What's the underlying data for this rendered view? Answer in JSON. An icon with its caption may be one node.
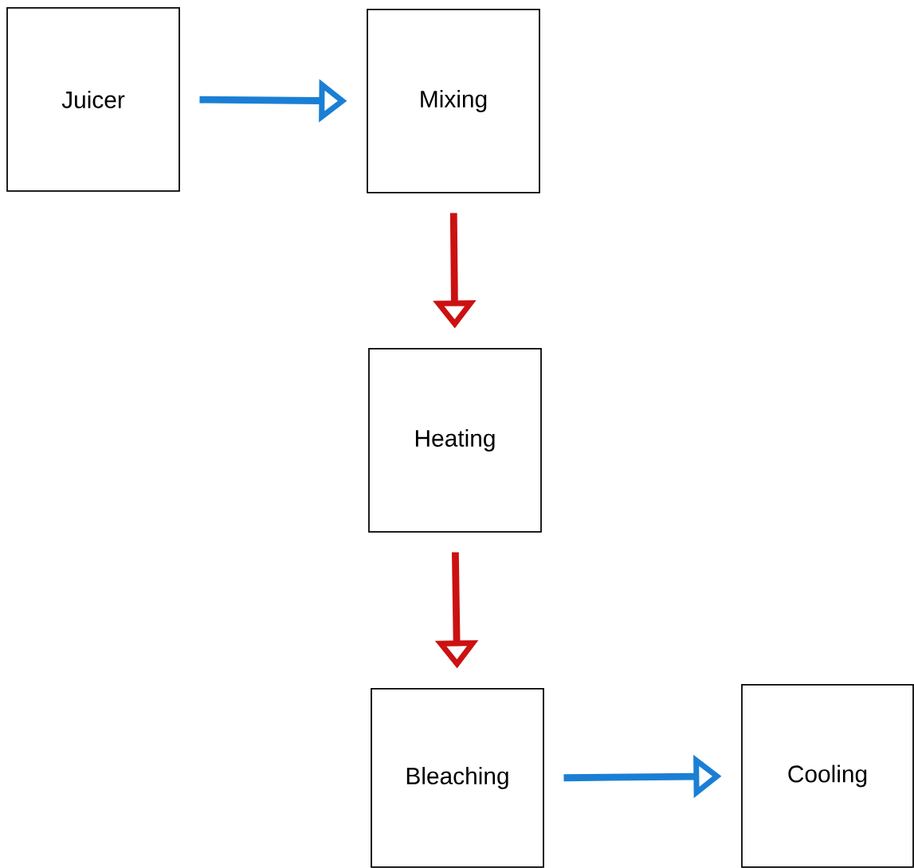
{
  "diagram": {
    "nodes": [
      {
        "text": [
          "Juicer"
        ]
      },
      {
        "text": [
          "Mixing"
        ]
      },
      {
        "text": [
          "Heating"
        ]
      },
      {
        "text": [
          "Bleaching"
        ]
      },
      {
        "text": [
          "Cooling"
        ]
      }
    ],
    "edges": [
      {
        "from": 0,
        "to": 1,
        "arrow": "to",
        "color": "#1a7fd4"
      },
      {
        "from": 1,
        "to": 2,
        "arrow": "to",
        "color": "#cc1111"
      },
      {
        "from": 2,
        "to": 3,
        "arrow": "to",
        "color": "#cc1111"
      },
      {
        "from": 3,
        "to": 4,
        "arrow": "to",
        "color": "#1a7fd4"
      }
    ]
  }
}
